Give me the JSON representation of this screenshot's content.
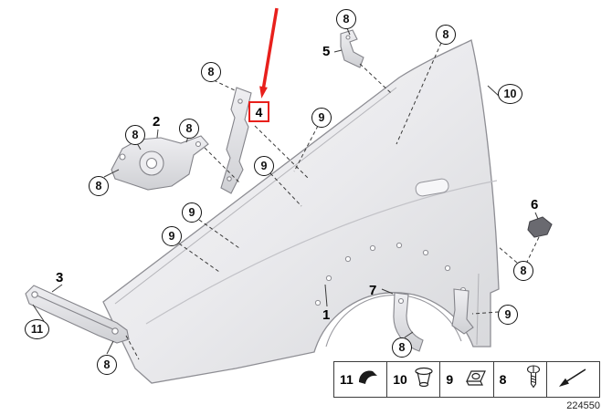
{
  "diagram": {
    "drawing_number": "224550",
    "accent_color": "#e8201c",
    "balloons": [
      {
        "label": "8"
      },
      {
        "label": "8"
      },
      {
        "label": "10"
      },
      {
        "label": "8"
      },
      {
        "label": "9"
      },
      {
        "label": "8"
      },
      {
        "label": "8"
      },
      {
        "label": "8"
      },
      {
        "label": "9"
      },
      {
        "label": "9"
      },
      {
        "label": "9"
      },
      {
        "label": "8"
      },
      {
        "label": "9"
      },
      {
        "label": "11"
      },
      {
        "label": "8"
      },
      {
        "label": "8"
      }
    ],
    "part_labels": [
      {
        "label": "5"
      },
      {
        "label": "2"
      },
      {
        "label": "6"
      },
      {
        "label": "3"
      },
      {
        "label": "1"
      },
      {
        "label": "7"
      }
    ],
    "highlighted_part": {
      "label": "4"
    },
    "legend": {
      "items": [
        {
          "label": "11",
          "icon": "wedge-clip-icon"
        },
        {
          "label": "10",
          "icon": "grommet-icon"
        },
        {
          "label": "9",
          "icon": "sheet-metal-clip-icon"
        },
        {
          "label": "8",
          "icon": "screw-icon"
        },
        {
          "label": "",
          "icon": "continuation-arrow-icon"
        }
      ]
    }
  }
}
